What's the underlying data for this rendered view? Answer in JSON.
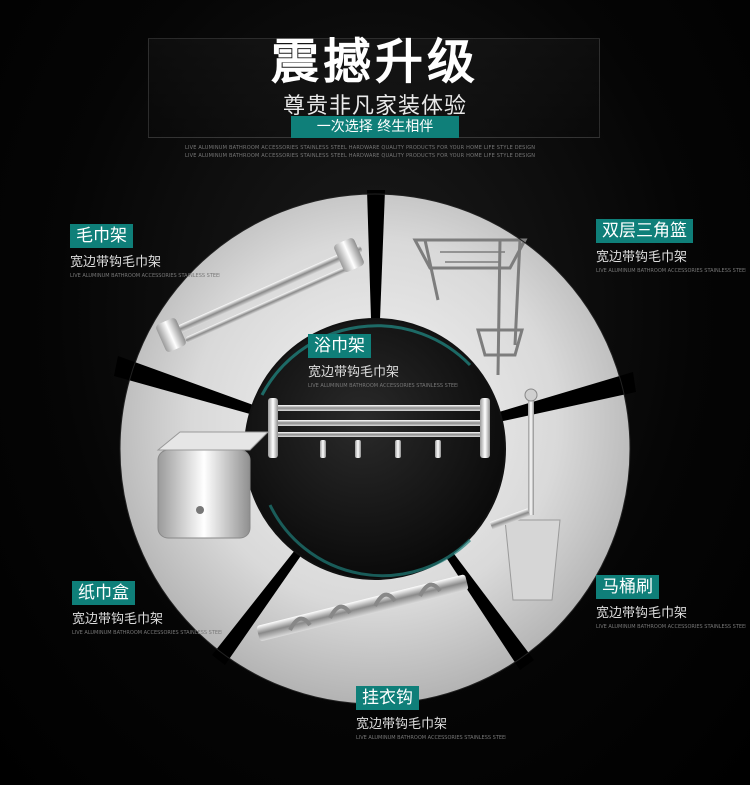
{
  "header": {
    "title": "震撼升级",
    "subtitle": "尊贵非凡家装体验",
    "tagline": "一次选择 终生相伴",
    "fine_print": "LIVE ALUMINUM BATHROOM ACCESSORIES STAINLESS STEEL HARDWARE QUALITY PRODUCTS FOR YOUR HOME LIFE STYLE DESIGN"
  },
  "products": [
    {
      "id": "towel-rack",
      "title": "毛巾架",
      "desc": "宽边带钩毛巾架"
    },
    {
      "id": "corner-basket",
      "title": "双层三角篮",
      "desc": "宽边带钩毛巾架"
    },
    {
      "id": "bath-towel-rack",
      "title": "浴巾架",
      "desc": "宽边带钩毛巾架"
    },
    {
      "id": "tissue-box",
      "title": "纸巾盒",
      "desc": "宽边带钩毛巾架"
    },
    {
      "id": "toilet-brush",
      "title": "马桶刷",
      "desc": "宽边带钩毛巾架"
    },
    {
      "id": "coat-hook",
      "title": "挂衣钩",
      "desc": "宽边带钩毛巾架"
    }
  ],
  "colors": {
    "accent": "#0f7f79",
    "background": "#000000"
  }
}
